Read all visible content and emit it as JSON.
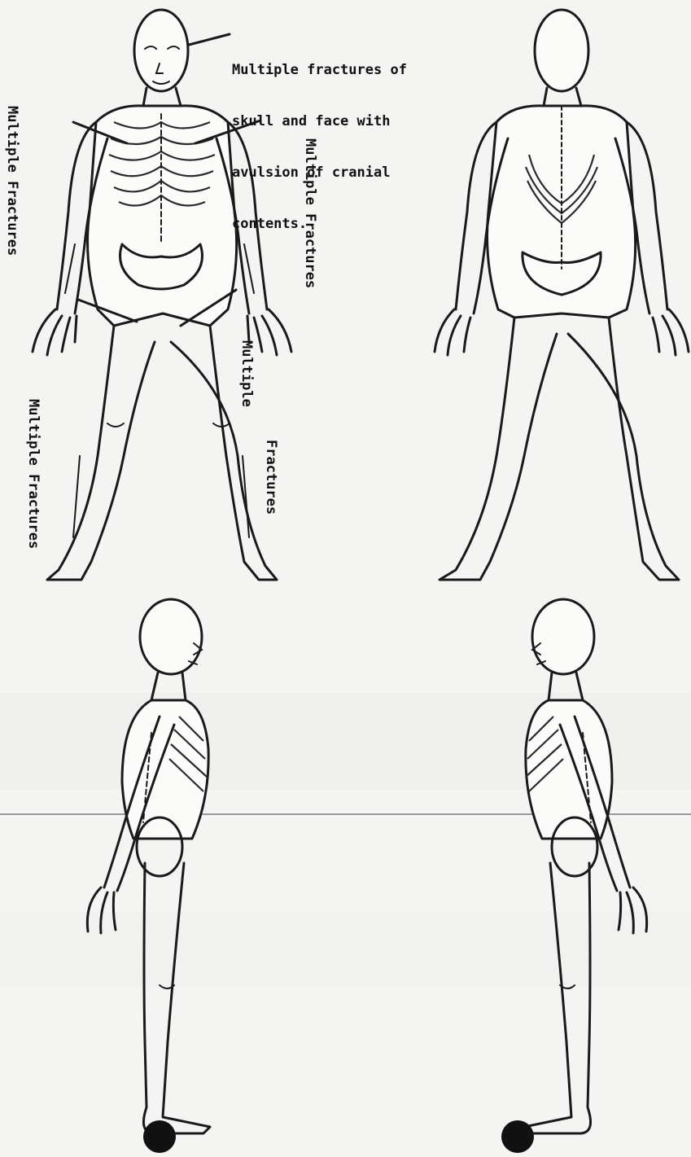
{
  "annotations": {
    "skull_note_lines": [
      "Multiple fractures of",
      "skull and face with",
      "avulsion of cranial",
      "contents."
    ],
    "left_arm_label": "Multiple Fractures",
    "right_ribs_label": "Multiple Fractures",
    "inner_leg_label_1": "Multiple",
    "inner_leg_label_2": "Fractures",
    "left_leg_label": "Multiple Fractures"
  },
  "figures": [
    "front-view",
    "back-view",
    "left-side-view",
    "right-side-view"
  ],
  "colors": {
    "ink": "#1a1a1a",
    "paper": "#f4f4f2"
  }
}
